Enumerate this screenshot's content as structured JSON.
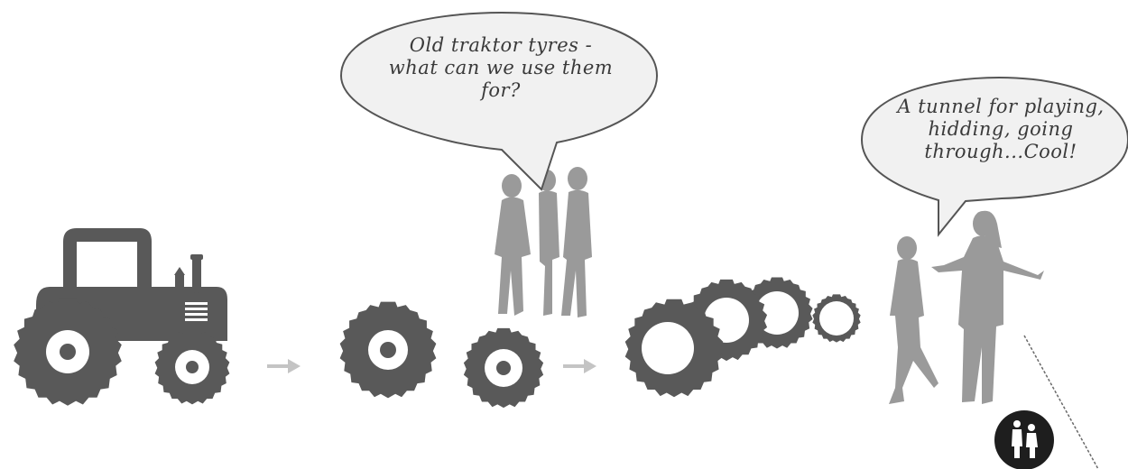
{
  "bubble_1": {
    "line_1": "Old traktor tyres -",
    "line_2": "what can we use them",
    "line_3": "for?"
  },
  "bubble_2": {
    "line_1": "A tunnel for playing,",
    "line_2": "hidding, going",
    "line_3": "through...Cool!"
  },
  "colors": {
    "tractor": "#595959",
    "people": "#9a9a9a",
    "arrow": "#c4c4c4",
    "bubble_fill": "#f1f1f1",
    "bubble_outline": "#555555",
    "badge": "#1e1e1e"
  },
  "icons": [
    "tractor-icon",
    "tyre-icon",
    "arrow-right-icon",
    "people-silhouette-icon",
    "speech-bubble-icon",
    "two-people-badge-icon"
  ]
}
